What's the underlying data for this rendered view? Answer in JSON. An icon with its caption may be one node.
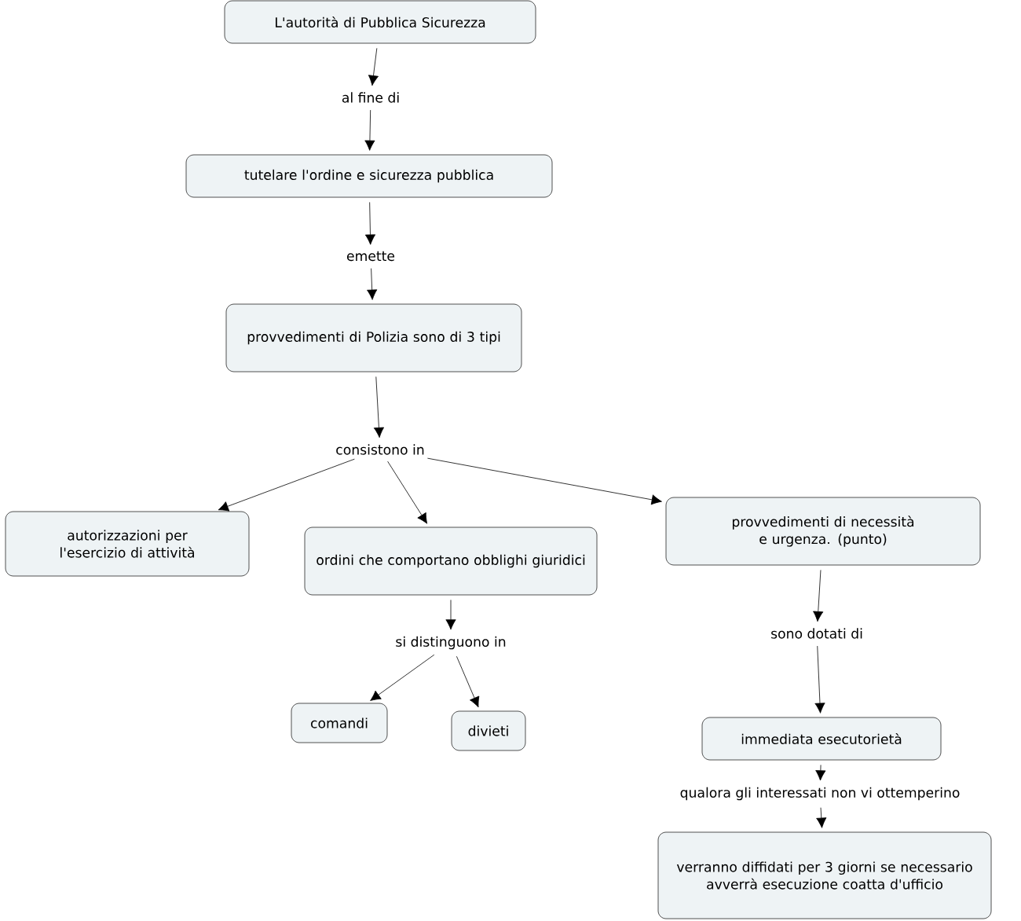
{
  "diagram": {
    "nodes": [
      {
        "text": [
          "L'autorità di Pubblica Sicurezza"
        ]
      },
      {
        "text": [
          "al fine di"
        ]
      },
      {
        "text": [
          "tutelare l'ordine e sicurezza pubblica"
        ]
      },
      {
        "text": [
          "emette"
        ]
      },
      {
        "text": [
          "provvedimenti di Polizia sono di 3 tipi"
        ]
      },
      {
        "text": [
          "consistono in"
        ]
      },
      {
        "text": [
          "autorizzazioni per l'esercizio di attività"
        ]
      },
      {
        "text": [
          "ordini che comportano obblighi giuridici"
        ]
      },
      {
        "text": [
          "provvedimenti di necessità e urgenza. (punto)"
        ]
      },
      {
        "text": [
          "si distinguono in"
        ]
      },
      {
        "text": [
          "comandi"
        ]
      },
      {
        "text": [
          "divieti"
        ]
      },
      {
        "text": [
          "sono dotati di"
        ]
      },
      {
        "text": [
          "immediata esecutorietà"
        ]
      },
      {
        "text": [
          "qualora gli interessati non vi ottemperino"
        ]
      },
      {
        "text": [
          "verranno diffidati per 3 giorni se necessario avverrà esecuzione coatta d'ufficio"
        ]
      }
    ],
    "edges": [
      {
        "from": 0,
        "to": 1,
        "arrow": "to"
      },
      {
        "from": 1,
        "to": 2,
        "arrow": "to"
      },
      {
        "from": 2,
        "to": 3,
        "arrow": "to"
      },
      {
        "from": 3,
        "to": 4,
        "arrow": "to"
      },
      {
        "from": 4,
        "to": 5,
        "arrow": "to"
      },
      {
        "from": 5,
        "to": 6,
        "arrow": "to"
      },
      {
        "from": 5,
        "to": 7,
        "arrow": "to"
      },
      {
        "from": 5,
        "to": 8,
        "arrow": "to"
      },
      {
        "from": 7,
        "to": 9,
        "arrow": "to"
      },
      {
        "from": 9,
        "to": 10,
        "arrow": "to"
      },
      {
        "from": 9,
        "to": 11,
        "arrow": "to"
      },
      {
        "from": 8,
        "to": 12,
        "arrow": "to"
      },
      {
        "from": 12,
        "to": 13,
        "arrow": "to"
      },
      {
        "from": 13,
        "to": 14,
        "arrow": "to"
      },
      {
        "from": 14,
        "to": 15,
        "arrow": "to"
      }
    ]
  }
}
